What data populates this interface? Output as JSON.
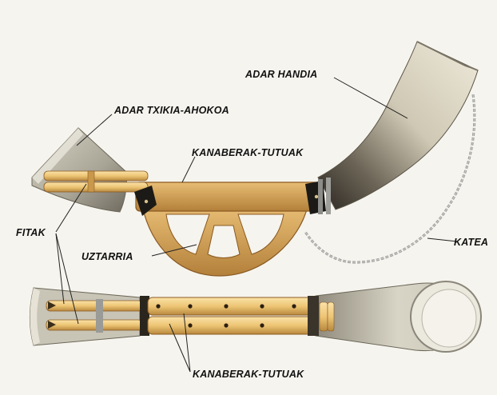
{
  "labels": {
    "adar_handia": "ADAR HANDIA",
    "adar_txikia": "ADAR TXIKIA-AHOKOA",
    "kanaberak_top": "KANABERAK-TUTUAK",
    "fitak": "FITAK",
    "uztarria": "UZTARRIA",
    "katea": "KATEA",
    "kanaberak_bottom": "KANABERAK-TUTUAK"
  },
  "colors": {
    "horn_light": "#e8e4d4",
    "horn_dark": "#3a342a",
    "wood_light": "#e2b56a",
    "wood_dark": "#b07a30",
    "reed": "#f0c878",
    "chain": "#9a9a98",
    "metal": "#8c8c88",
    "leader": "#222222"
  }
}
